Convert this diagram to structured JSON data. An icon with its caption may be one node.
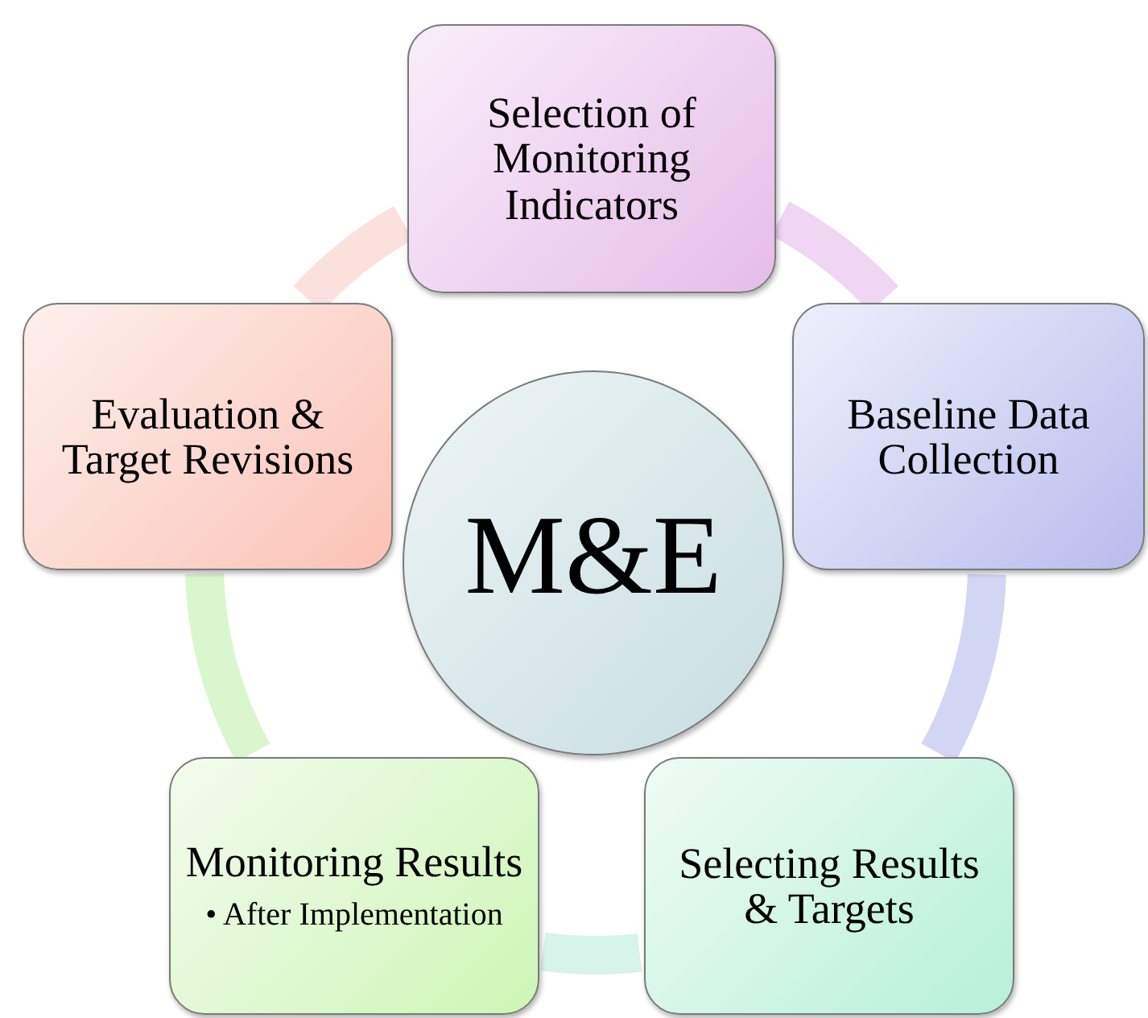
{
  "diagram": {
    "nodes": [
      {
        "text": [
          "Selection of Monitoring Indicators"
        ]
      },
      {
        "text": [
          "Evaluation & Target Revisions"
        ]
      },
      {
        "text": [
          "Baseline Data Collection"
        ]
      },
      {
        "text": [
          "M&E"
        ]
      },
      {
        "text": [
          "Monitoring Results",
          "• After Implementation"
        ]
      },
      {
        "text": [
          "Selecting Results & Targets"
        ]
      }
    ],
    "edges": [
      {
        "from": 0,
        "to": 2,
        "arrow": "none",
        "color": "#efd6f2"
      },
      {
        "from": 2,
        "to": 5,
        "arrow": "none",
        "color": "#d3d5f4"
      },
      {
        "from": 5,
        "to": 4,
        "arrow": "none",
        "color": "#d6f4ea"
      },
      {
        "from": 4,
        "to": 1,
        "arrow": "none",
        "color": "#daf6cf"
      },
      {
        "from": 1,
        "to": 0,
        "arrow": "none",
        "color": "#fbe1dd"
      }
    ]
  }
}
